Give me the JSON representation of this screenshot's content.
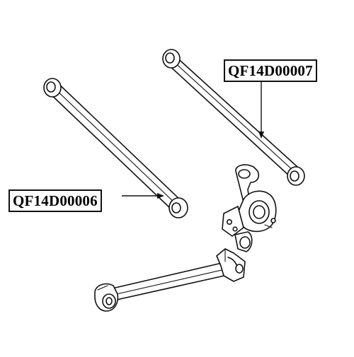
{
  "diagram": {
    "labels": {
      "upper_arm_part_number": "QF14D00007",
      "lower_arm_part_number": "QF14D00006"
    },
    "parts": [
      {
        "name": "upper-control-arm",
        "part_number_ref": "upper_arm_part_number"
      },
      {
        "name": "lower-control-arm",
        "part_number_ref": "lower_arm_part_number"
      },
      {
        "name": "steering-knuckle"
      },
      {
        "name": "trailing-arm"
      }
    ],
    "colors": {
      "line": "#111111",
      "background": "#ffffff",
      "label_border": "#111111"
    }
  }
}
